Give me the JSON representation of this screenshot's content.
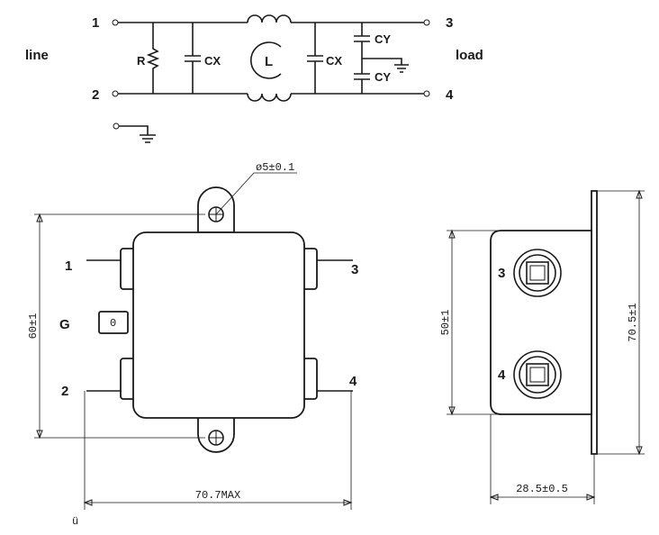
{
  "schematic": {
    "terminals": {
      "t1": "1",
      "t2": "2",
      "t3": "3",
      "t4": "4"
    },
    "side_line": "line",
    "side_load": "load",
    "resistor": "R",
    "cx_left": "CX",
    "cx_right": "CX",
    "inductor": "L",
    "cy_top": "CY",
    "cy_bottom": "CY"
  },
  "front_view": {
    "hole_dim": "ø5±0.1",
    "pin_1": "1",
    "pin_2": "2",
    "pin_3": "3",
    "pin_4": "4",
    "pin_g": "G",
    "tab_mark": "0",
    "height_dim": "60±1",
    "width_dim": "70.7MAX"
  },
  "side_view": {
    "port_3": "3",
    "port_4": "4",
    "height_body_dim": "50±1",
    "height_flange_dim": "70.5±1",
    "depth_dim": "28.5±0.5"
  },
  "footer": {
    "stray_mark": "ü"
  }
}
